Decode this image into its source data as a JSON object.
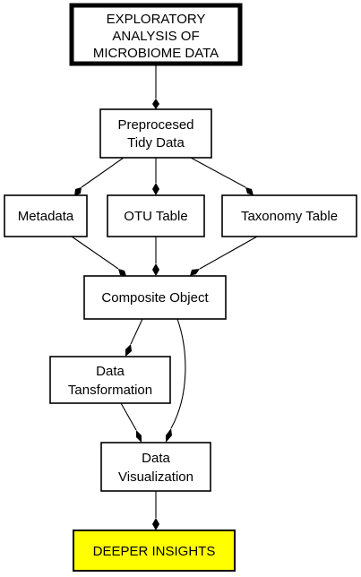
{
  "diagram": {
    "nodes": {
      "title": {
        "lines": [
          "EXPLORATORY",
          "ANALYSIS OF",
          "MICROBIOME DATA"
        ]
      },
      "preprocessed": {
        "lines": [
          "Preprocesed",
          "Tidy Data"
        ]
      },
      "metadata": {
        "lines": [
          "Metadata"
        ]
      },
      "otu_table": {
        "lines": [
          "OTU Table"
        ]
      },
      "taxonomy_table": {
        "lines": [
          "Taxonomy Table"
        ]
      },
      "composite": {
        "lines": [
          "Composite Object"
        ]
      },
      "transformation": {
        "lines": [
          "Data",
          "Tansformation"
        ]
      },
      "visualization": {
        "lines": [
          "Data",
          "Visualization"
        ]
      },
      "insights": {
        "lines": [
          "DEEPER INSIGHTS"
        ]
      }
    },
    "edges": [
      {
        "from": "title",
        "to": "preprocessed"
      },
      {
        "from": "preprocessed",
        "to": "metadata"
      },
      {
        "from": "preprocessed",
        "to": "otu_table"
      },
      {
        "from": "preprocessed",
        "to": "taxonomy_table"
      },
      {
        "from": "metadata",
        "to": "composite"
      },
      {
        "from": "otu_table",
        "to": "composite"
      },
      {
        "from": "taxonomy_table",
        "to": "composite"
      },
      {
        "from": "composite",
        "to": "transformation"
      },
      {
        "from": "composite",
        "to": "visualization"
      },
      {
        "from": "transformation",
        "to": "visualization"
      },
      {
        "from": "visualization",
        "to": "insights"
      }
    ],
    "colors": {
      "final_fill": "#ffff00",
      "stroke": "#000000"
    }
  }
}
